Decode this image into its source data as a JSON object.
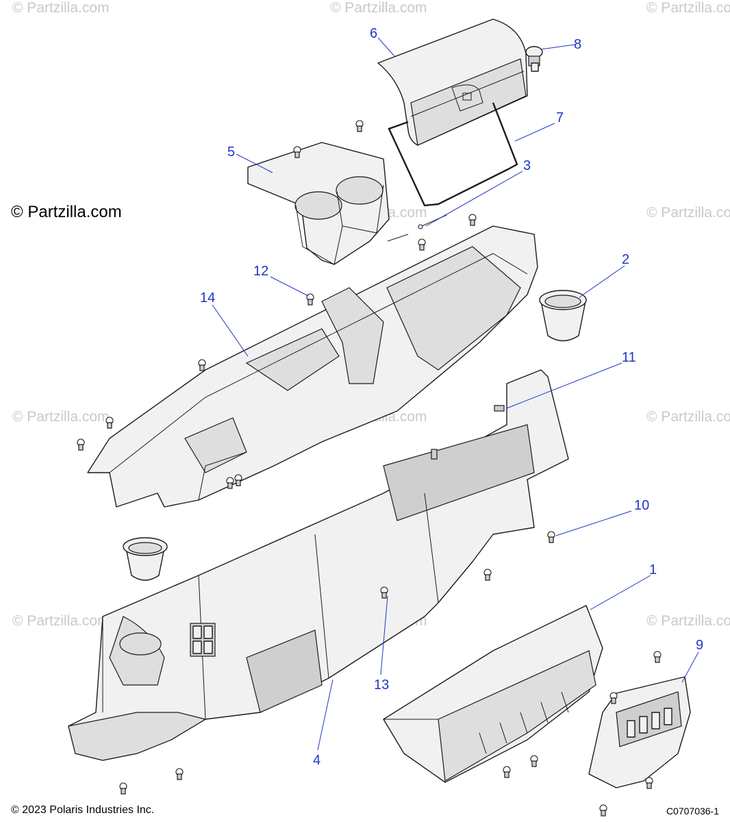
{
  "watermark": "© Partzilla.com",
  "brand_mark": "© Partzilla.com",
  "copyright": "© 2023 Polaris Industries Inc.",
  "diagram_code": "C0707036-1",
  "callouts": [
    {
      "label": "1"
    },
    {
      "label": "2"
    },
    {
      "label": "3"
    },
    {
      "label": "4"
    },
    {
      "label": "5"
    },
    {
      "label": "6"
    },
    {
      "label": "7"
    },
    {
      "label": "8"
    },
    {
      "label": "9"
    },
    {
      "label": "10"
    },
    {
      "label": "11"
    },
    {
      "label": "12"
    },
    {
      "label": "13"
    },
    {
      "label": "14"
    }
  ],
  "colors": {
    "callout": "#1f35c9",
    "watermark": "#c9c9c9",
    "line": "#1a1a1a"
  }
}
